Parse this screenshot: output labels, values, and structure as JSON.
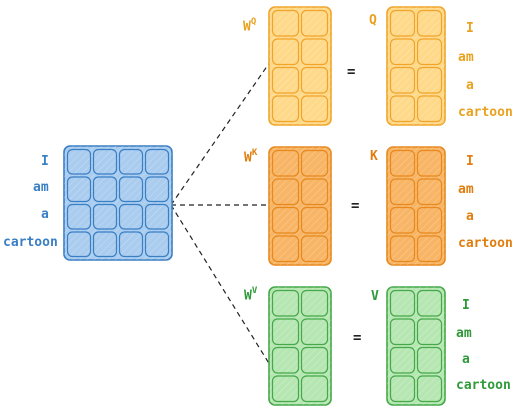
{
  "input": {
    "tokens": [
      "I",
      "am",
      "a",
      "cartoon"
    ],
    "color": "#3a7fc4",
    "fill": "#a9ccef"
  },
  "equals_sign": "=",
  "rows": [
    {
      "weight": {
        "base": "W",
        "sup": "Q"
      },
      "output": "Q",
      "tokens": [
        "I",
        "am",
        "a",
        "cartoon"
      ],
      "color": "#f0a52a",
      "fill": "#ffd98a",
      "text_color": "#e9a21f"
    },
    {
      "weight": {
        "base": "W",
        "sup": "K"
      },
      "output": "K",
      "tokens": [
        "I",
        "am",
        "a",
        "cartoon"
      ],
      "color": "#e8891e",
      "fill": "#f7b565",
      "text_color": "#e07e0f"
    },
    {
      "weight": {
        "base": "W",
        "sup": "V"
      },
      "output": "V",
      "tokens": [
        "I",
        "am",
        "a",
        "cartoon"
      ],
      "color": "#45a84a",
      "fill": "#b6e7b2",
      "text_color": "#2f9a3a"
    }
  ]
}
